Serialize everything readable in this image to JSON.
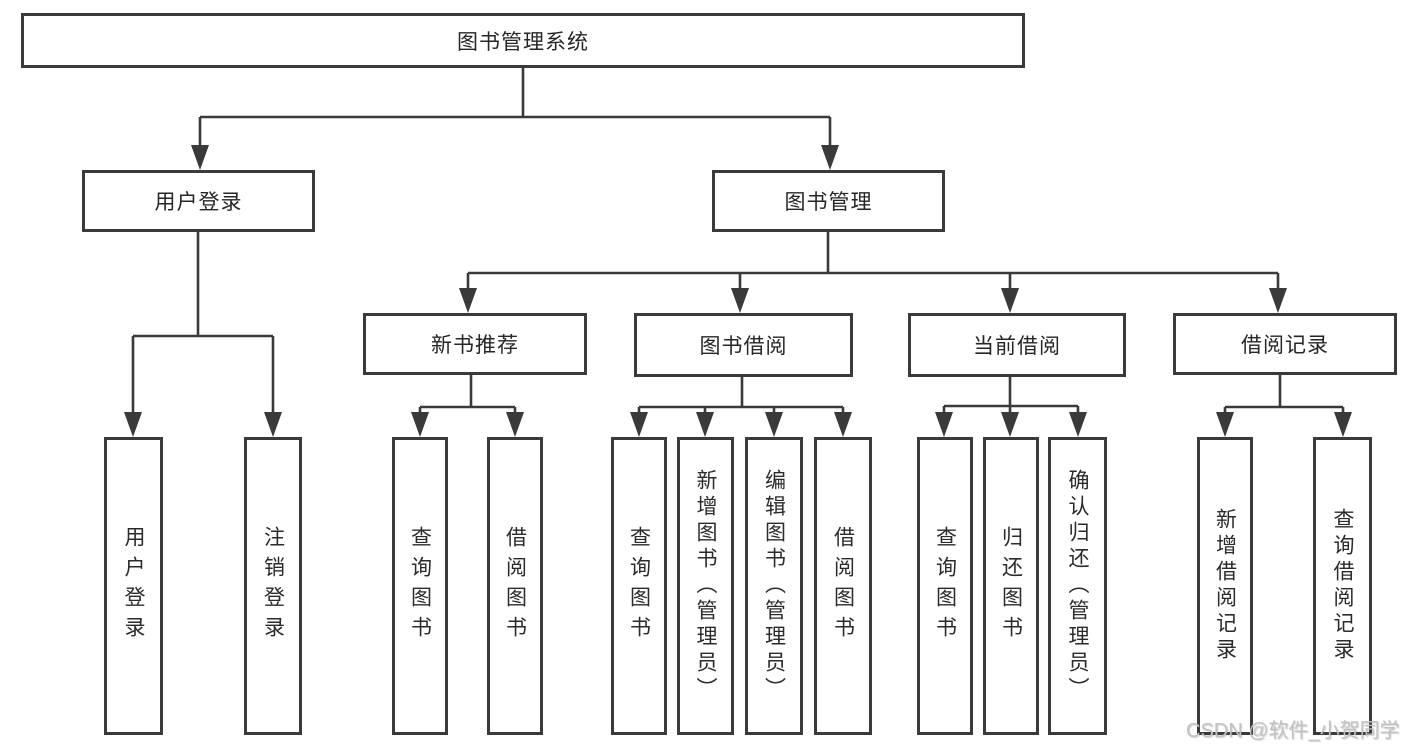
{
  "diagram": {
    "type": "hierarchy-tree",
    "orientation": "top-down",
    "colors": {
      "background": "#ffffff",
      "line": "#3a3a3a",
      "box_border": "#3a3a3a",
      "box_fill": "#ffffff",
      "text": "#262626",
      "watermark": "#c2c2c2"
    },
    "tree": {
      "label": "图书管理系统",
      "children": [
        {
          "label": "用户登录",
          "children": [
            {
              "label": "用户登录"
            },
            {
              "label": "注销登录"
            }
          ]
        },
        {
          "label": "图书管理",
          "children": [
            {
              "label": "新书推荐",
              "children": [
                {
                  "label": "查询图书"
                },
                {
                  "label": "借阅图书"
                }
              ]
            },
            {
              "label": "图书借阅",
              "children": [
                {
                  "label": "查询图书"
                },
                {
                  "label": "新增图书（管理员）"
                },
                {
                  "label": "编辑图书（管理员）"
                },
                {
                  "label": "借阅图书"
                }
              ]
            },
            {
              "label": "当前借阅",
              "children": [
                {
                  "label": "查询图书"
                },
                {
                  "label": "归还图书"
                },
                {
                  "label": "确认归还（管理员）"
                }
              ]
            },
            {
              "label": "借阅记录",
              "children": [
                {
                  "label": "新增借阅记录"
                },
                {
                  "label": "查询借阅记录"
                }
              ]
            }
          ]
        }
      ]
    },
    "watermark": {
      "text": "CSDN @软件_小贺同学"
    }
  }
}
